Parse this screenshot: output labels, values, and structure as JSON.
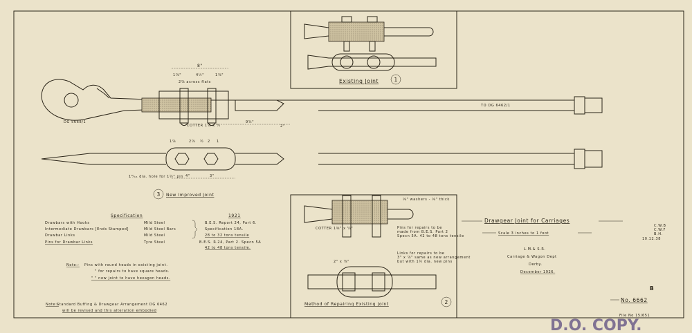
{
  "drawing": {
    "title": "Drawgear Joint for Carriages",
    "scale": "Scale 3 inches to 1 foot",
    "company": "L.M.& S.R.",
    "department": "Carriage & Wagon Dept",
    "location": "Derby.",
    "date": "December 1926.",
    "drawing_number": "No. 6662",
    "revision": "B",
    "initials": [
      "C.W.B",
      "C.W.F",
      "B.H.",
      "10.12.38"
    ],
    "file_number": "File No 15/651",
    "stamp": "D.O. COPY."
  },
  "views": {
    "existing_joint": {
      "label": "Existing Joint",
      "number": "1"
    },
    "new_joint": {
      "label": "New Improved Joint",
      "number": "3"
    },
    "repair": {
      "label": "Method of Repairing Existing Joint",
      "number": "2"
    }
  },
  "references": {
    "hook_drawing": "DG 5668/1",
    "bar_drawing": "TO DG 6462/1"
  },
  "dimensions": {
    "overall": "8\"",
    "left": "1⅞\"",
    "centre": "4½\"",
    "right": "1⅞\"",
    "across_flats": "2⅞ across flats",
    "cotter": "COTTER 1⅞ x ¼",
    "length": "9¾\"",
    "bar_gap": "2\"",
    "lower": [
      "1⅞",
      "2⅞",
      "½",
      "2",
      "1"
    ],
    "lower_bottom": [
      "4\"",
      "3\""
    ],
    "hole_note": "1⁹⁄₁₆ dia. hole for 1½\" pin",
    "washers": "⅛\" washers - ⅛\" thick",
    "repair_cotter": "COTTER 1⅜\" x ¼\"",
    "repair_link_size": "2\" x ⅞\""
  },
  "repair_notes": {
    "pins": [
      "Pins for repairs to be",
      "made from B.E.S. Part 2",
      "Specn 5A. 42 to 48 tons tensile"
    ],
    "links": [
      "Links for repairs to be",
      "3\" x ⅞\" same as new arrangement",
      "but with 1½ dia. new pins"
    ]
  },
  "specification": {
    "heading": "Specification",
    "year": "1921",
    "rows": [
      {
        "item": "Drawbars with Hooks",
        "material": "Mild Steel"
      },
      {
        "item": "Intermediate Drawbars [Ends Stamped]",
        "material": "Mild Steel Bars"
      },
      {
        "item": "Drawbar Links",
        "material": "Mild Steel"
      },
      {
        "item": "Pins for Drawbar Links",
        "material": "Tyre Steel"
      }
    ],
    "group_spec": [
      "B.E.S. Report 24, Part 6.",
      "Specification 18A.",
      "28 to 32 tons tensile"
    ],
    "pin_spec": [
      "B.E.S. R.24, Part 2. Specn 5A",
      "42 to 48 tons tensile."
    ]
  },
  "notes": {
    "pins_label": "Note:-",
    "pins": [
      "Pins with round heads in existing joint.",
      "\" for repairs to have square heads.",
      "\" \" new joint to have hexagon heads."
    ],
    "footer_label": "Note:-",
    "footer": [
      "Standard Buffing & Drawgear Arrangement DG 6462",
      "will be revised and this alteration embodied"
    ]
  }
}
